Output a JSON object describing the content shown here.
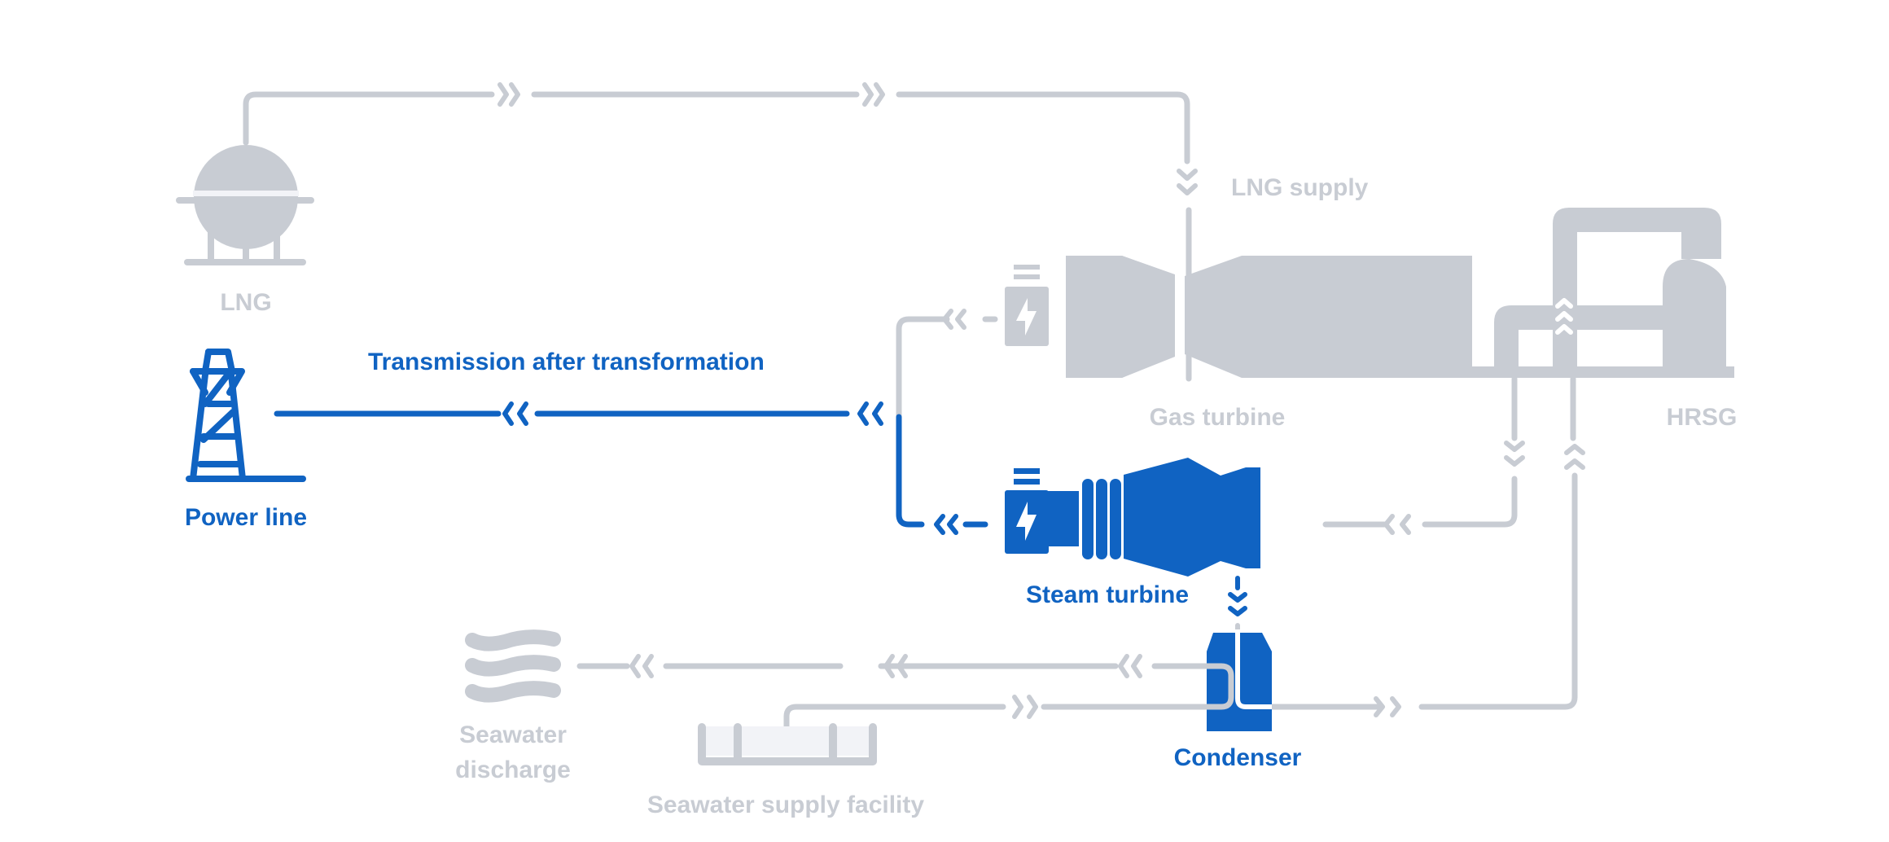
{
  "colors": {
    "inactive": "#c8ccd3",
    "active": "#1063c2",
    "water_fill": "#f2f3f7",
    "background": "#ffffff"
  },
  "labels": {
    "lng": "LNG",
    "lng_supply": "LNG supply",
    "gas_turbine": "Gas turbine",
    "hrsg": "HRSG",
    "power_line": "Power line",
    "transmission": "Transmission after transformation",
    "steam_turbine": "Steam turbine",
    "condenser": "Condenser",
    "seawater_discharge_line1": "Seawater",
    "seawater_discharge_line2": "discharge",
    "seawater_supply": "Seawater supply facility"
  },
  "components": [
    {
      "id": "lng",
      "name": "LNG",
      "state": "inactive",
      "icon": "lng-tank-icon"
    },
    {
      "id": "gas_turbine",
      "name": "Gas turbine",
      "state": "inactive",
      "icon": "gas-turbine-icon"
    },
    {
      "id": "gas_generator",
      "name": "Generator (gas turbine)",
      "state": "inactive",
      "icon": "generator-icon"
    },
    {
      "id": "hrsg",
      "name": "HRSG",
      "state": "inactive",
      "icon": "hrsg-icon"
    },
    {
      "id": "steam_turbine",
      "name": "Steam turbine",
      "state": "active",
      "icon": "steam-turbine-icon"
    },
    {
      "id": "steam_generator",
      "name": "Generator (steam turbine)",
      "state": "active",
      "icon": "generator-icon"
    },
    {
      "id": "condenser",
      "name": "Condenser",
      "state": "active",
      "icon": "condenser-icon"
    },
    {
      "id": "power_line",
      "name": "Power line",
      "state": "active",
      "icon": "power-tower-icon"
    },
    {
      "id": "seawater_discharge",
      "name": "Seawater discharge",
      "state": "inactive",
      "icon": "waves-icon"
    },
    {
      "id": "seawater_supply",
      "name": "Seawater supply facility",
      "state": "inactive",
      "icon": "water-basin-icon"
    }
  ],
  "flows": [
    {
      "from": "LNG",
      "to": "Gas turbine",
      "label": "LNG supply",
      "state": "inactive"
    },
    {
      "from": "Gas turbine generator",
      "to": "Power line",
      "state": "inactive"
    },
    {
      "from": "Steam turbine generator",
      "to": "Power line",
      "label": "Transmission after transformation",
      "state": "active"
    },
    {
      "from": "HRSG",
      "to": "Steam turbine",
      "state": "inactive"
    },
    {
      "from": "Steam turbine",
      "to": "Condenser",
      "state": "active"
    },
    {
      "from": "Condenser",
      "to": "HRSG",
      "state": "inactive"
    },
    {
      "from": "Seawater supply facility",
      "to": "Condenser",
      "state": "inactive"
    },
    {
      "from": "Condenser",
      "to": "Seawater discharge",
      "state": "inactive"
    }
  ]
}
